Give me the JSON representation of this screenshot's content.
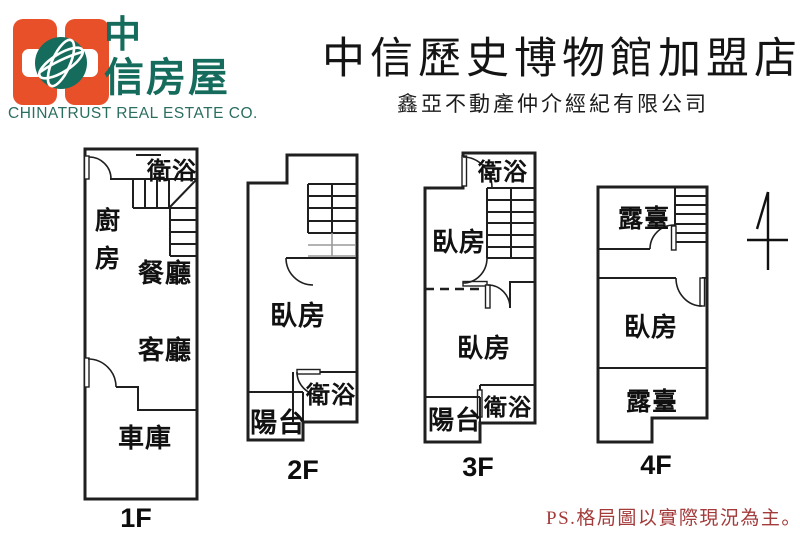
{
  "brand": {
    "line1": "中",
    "line2": "信房屋",
    "company": "CHINATRUST REAL ESTATE CO."
  },
  "header": {
    "title": "中信歷史博物館加盟店",
    "subtitle": "鑫亞不動產仲介經紀有限公司"
  },
  "floor1": {
    "label": "1F",
    "bath": "衛浴",
    "kitchen": "廚房",
    "dining": "餐廳",
    "living": "客廳",
    "garage": "車庫"
  },
  "floor2": {
    "label": "2F",
    "bedroom": "臥房",
    "bath": "衛浴",
    "balcony": "陽台"
  },
  "floor3": {
    "label": "3F",
    "bath_top": "衛浴",
    "bedroom_top": "臥房",
    "bedroom_bottom": "臥房",
    "balcony": "陽台",
    "bath_bottom": "衛浴"
  },
  "floor4": {
    "label": "4F",
    "terrace_top": "露臺",
    "bedroom": "臥房",
    "terrace_bottom": "露臺"
  },
  "footnote": {
    "text": "PS.格局圖以實際現況為主。"
  },
  "colors": {
    "brand_orange": "#e8502a",
    "brand_green": "#156b5c",
    "footnote_red": "#a33b3b"
  }
}
